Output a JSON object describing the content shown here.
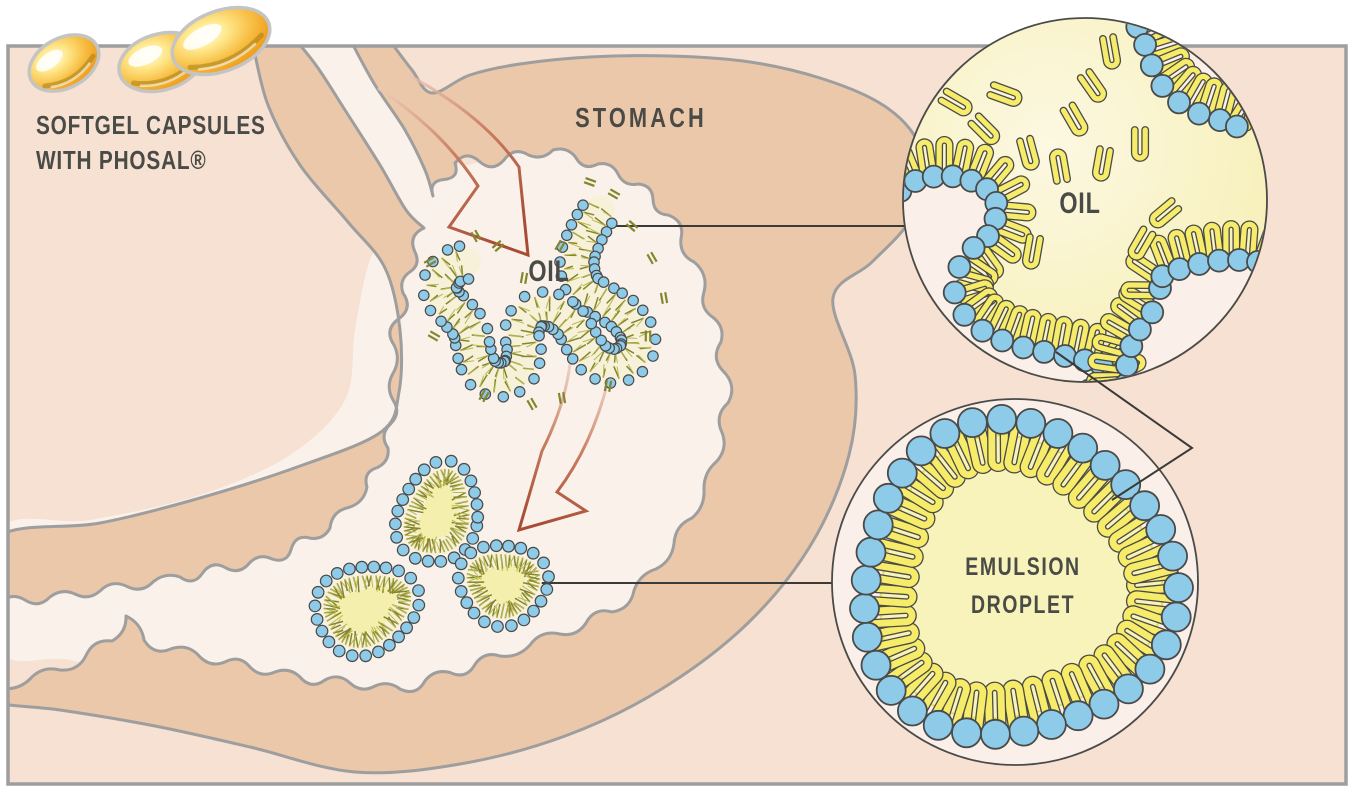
{
  "title": {
    "line1": "SOFTGEL CAPSULES",
    "line2": "WITH PHOSAL®"
  },
  "stomach_label": "STOMACH",
  "oil_label_stomach": "OIL",
  "inset_top": {
    "label": "OIL"
  },
  "inset_bottom": {
    "label_line1": "EMULSION",
    "label_line2": "DROPLET"
  },
  "capsule_count": 3,
  "colors": {
    "background": "#ffffff",
    "panel_peach": "#f6e1d2",
    "stomach_wall_tan": "#ecc8aa",
    "stomach_interior_cream": "#faf2ea",
    "inset_fill": "#faf0e9",
    "oil_yellow": "#f8f1bd",
    "oil_yellow_light": "#fcf8e2",
    "oil_snake_cream": "#f7f1da",
    "emulsion_core_yellow": "#f8f3bb",
    "emulsion_core_rim": "#e9e04e",
    "lipid_head_blue": "#8ecbe9",
    "lipid_head_stroke": "#4a4a48",
    "lipid_tail_yellow": "#f6ec6a",
    "lipid_tail_olive": "#85852e",
    "lipid_tail_olive_light": "#b9b94f",
    "arrow_red_dark": "#a84c36",
    "arrow_red_mid": "#c97f63",
    "arrow_red_light": "#eccabb",
    "outline_gray": "#9e9e9e",
    "callout_line": "#3a3a38",
    "text_dark": "#4a4a46",
    "capsule_gold": "#f2a93b",
    "capsule_outline": "#c4c4c4",
    "droplet_core_small": "#f5efad"
  }
}
